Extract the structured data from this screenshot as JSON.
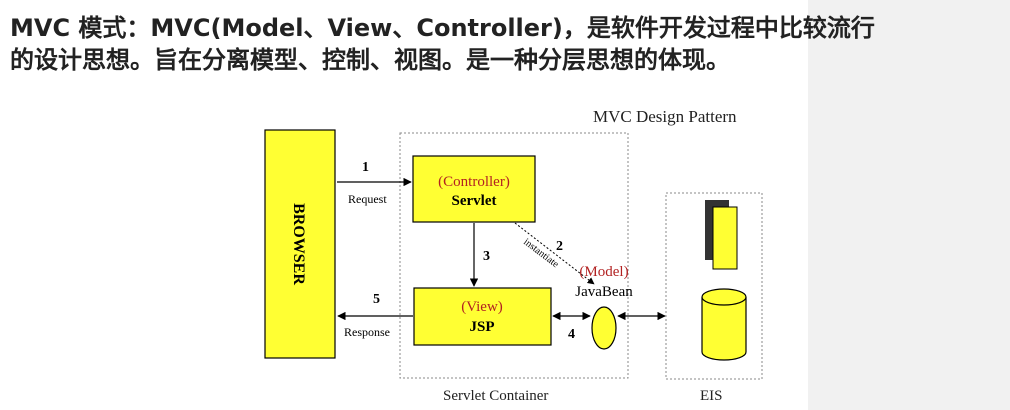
{
  "heading": {
    "line1": "MVC 模式：MVC(Model、View、Controller)，是软件开发过程中比较流行",
    "line2": "的设计思想。旨在分离模型、控制、视图。是一种分层思想的体现。"
  },
  "diagram": {
    "title": "MVC Design Pattern",
    "browser_label": "BROWSER",
    "controller": {
      "role": "(Controller)",
      "name": "Servlet"
    },
    "view": {
      "role": "(View)",
      "name": "JSP"
    },
    "model": {
      "role": "(Model)",
      "name": "JavaBean"
    },
    "container_label": "Servlet Container",
    "eis_label": "EIS",
    "steps": {
      "s1": "1",
      "s2": "2",
      "s3": "3",
      "s4": "4",
      "s5": "5",
      "request": "Request",
      "response": "Response",
      "instantiate": "instantiate"
    }
  },
  "colors": {
    "box_fill": "#ffff33",
    "role_text": "#b22222",
    "line": "#000000"
  }
}
